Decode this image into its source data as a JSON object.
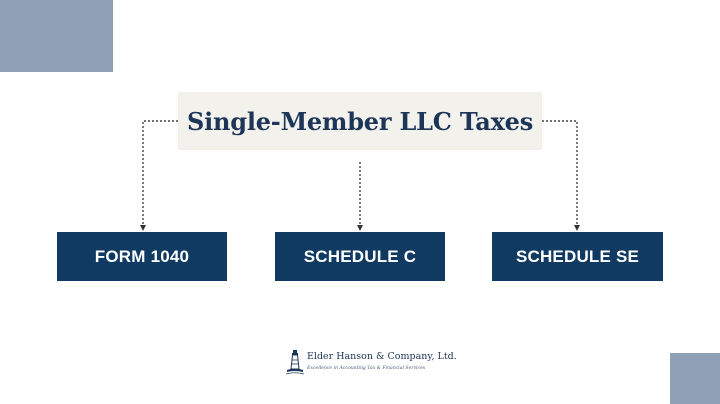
{
  "diagram": {
    "title": "Single-Member LLC Taxes",
    "nodes": [
      {
        "label": "FORM 1040"
      },
      {
        "label": "SCHEDULE C"
      },
      {
        "label": "SCHEDULE SE"
      }
    ]
  },
  "branding": {
    "company_name": "Elder Hanson & Company, Ltd.",
    "tagline": "Excellence in Accounting Tax & Financial Services",
    "logo_icon": "lighthouse-icon"
  },
  "colors": {
    "navy": "#103a62",
    "title_text": "#1d3557",
    "title_bg": "#f3f1ec",
    "accent_blocks": "#8fa1b4"
  }
}
